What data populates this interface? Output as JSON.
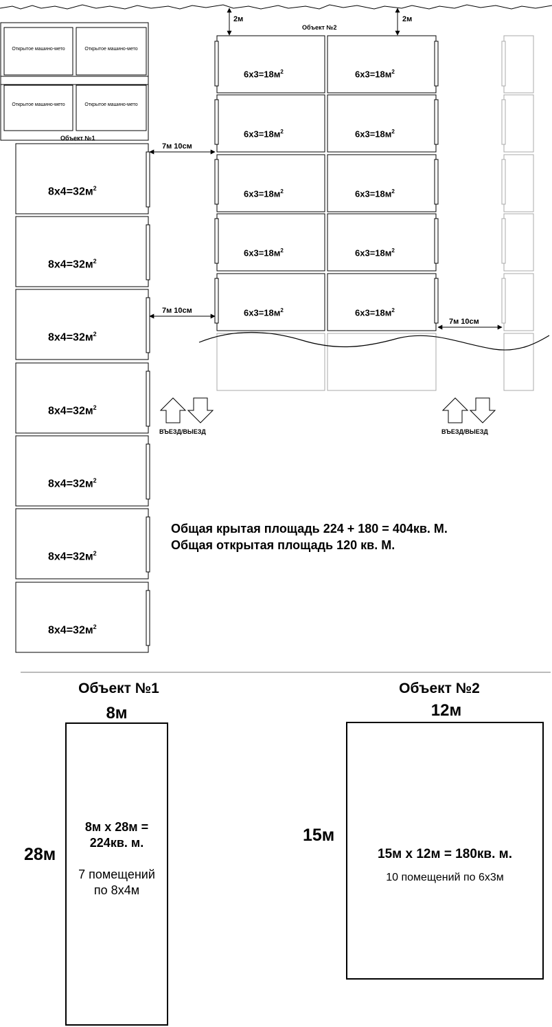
{
  "plan": {
    "object1_caption": "Объект №1",
    "object2_caption": "Объект №2",
    "parking_label": "Открытое машино-мето",
    "unit_8x4_base": "8х4=32м",
    "unit_6x3_base": "6х3=18м",
    "sup2": "2",
    "dim_2m": "2м",
    "dim_7m10": "7м 10см",
    "entry_exit": "ВЪЕЗД/ВЫЕЗД",
    "total_covered": "Общая крытая площадь 224 + 180 = 404кв. М.",
    "total_open": "Общая открытая площадь 120 кв. М."
  },
  "summary": {
    "object1": {
      "title": "Объект №1",
      "width": "8м",
      "length": "28м",
      "area_line1": "8м х 28м =",
      "area_line2": "224кв. м.",
      "rooms_line1": "7 помещений",
      "rooms_line2": "по 8х4м"
    },
    "object2": {
      "title": "Объект №2",
      "width": "12м",
      "length": "15м",
      "area": "15м х 12м = 180кв. м.",
      "rooms": "10 помещений по 6х3м"
    }
  },
  "colors": {
    "line": "#000000",
    "faded": "#a8a8a8"
  }
}
